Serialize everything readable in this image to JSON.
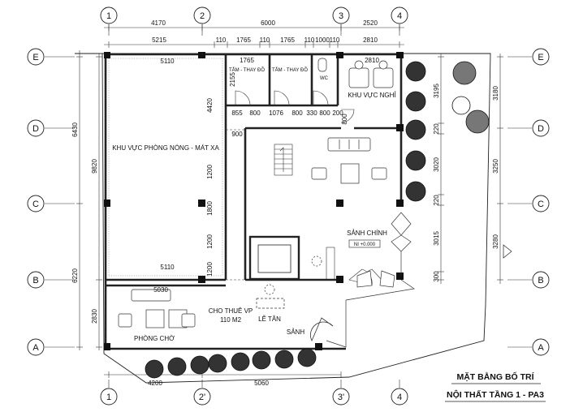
{
  "grid": {
    "columns_top": [
      "1",
      "2",
      "3",
      "4"
    ],
    "columns_bottom": [
      "1",
      "2'",
      "3'",
      "4"
    ],
    "rows": [
      "E",
      "D",
      "C",
      "B",
      "A"
    ]
  },
  "dimensions": {
    "top_row1": [
      "4170",
      "6000",
      "2520"
    ],
    "top_row2": [
      "5215",
      "110",
      "1765",
      "110",
      "1765",
      "110",
      "1000",
      "110",
      "2810"
    ],
    "left_outer": [
      "6430",
      "6220"
    ],
    "left_inner": [
      "9820",
      "2830"
    ],
    "right_inner": [
      "3195",
      "220",
      "3020",
      "220",
      "3015",
      "300"
    ],
    "right_outer": [
      "3180",
      "3250",
      "3280"
    ],
    "bottom": [
      "4200",
      "5060"
    ],
    "interior": {
      "d5110_top": "5110",
      "d5110_bottom": "5110",
      "d5030": "5030",
      "d1765": "1765",
      "d2810": "2810",
      "d2155": "2155",
      "d4420": "4420",
      "d900": "900",
      "d800_door": "800",
      "d1200a": "1200",
      "d1800": "1800",
      "d1200b": "1200",
      "d1200c": "1200",
      "row_855_200": [
        "855",
        "800",
        "1076",
        "800",
        "330",
        "800",
        "200"
      ]
    }
  },
  "rooms": {
    "massage": "KHU VỰC PHÒNG NÓNG - MÁT XA",
    "changing1": "TẮM - THAY ĐỒ",
    "changing2": "TẮM - THAY ĐỒ",
    "wc": "WC",
    "rest": "KHU VỰC NGHỈ",
    "lobby": "SẢNH CHÍNH",
    "level_tag": "NI +0.000",
    "office_rent": "CHO THUÊ VP",
    "office_area": "110 M2",
    "reception": "LỄ TÂN",
    "hall": "SẢNH",
    "waiting": "PHÒNG CHỜ"
  },
  "title": {
    "line1": "MẶT BẰNG BỐ TRÍ",
    "line2": "NỘI THẤT TẦNG 1 - PA3"
  }
}
